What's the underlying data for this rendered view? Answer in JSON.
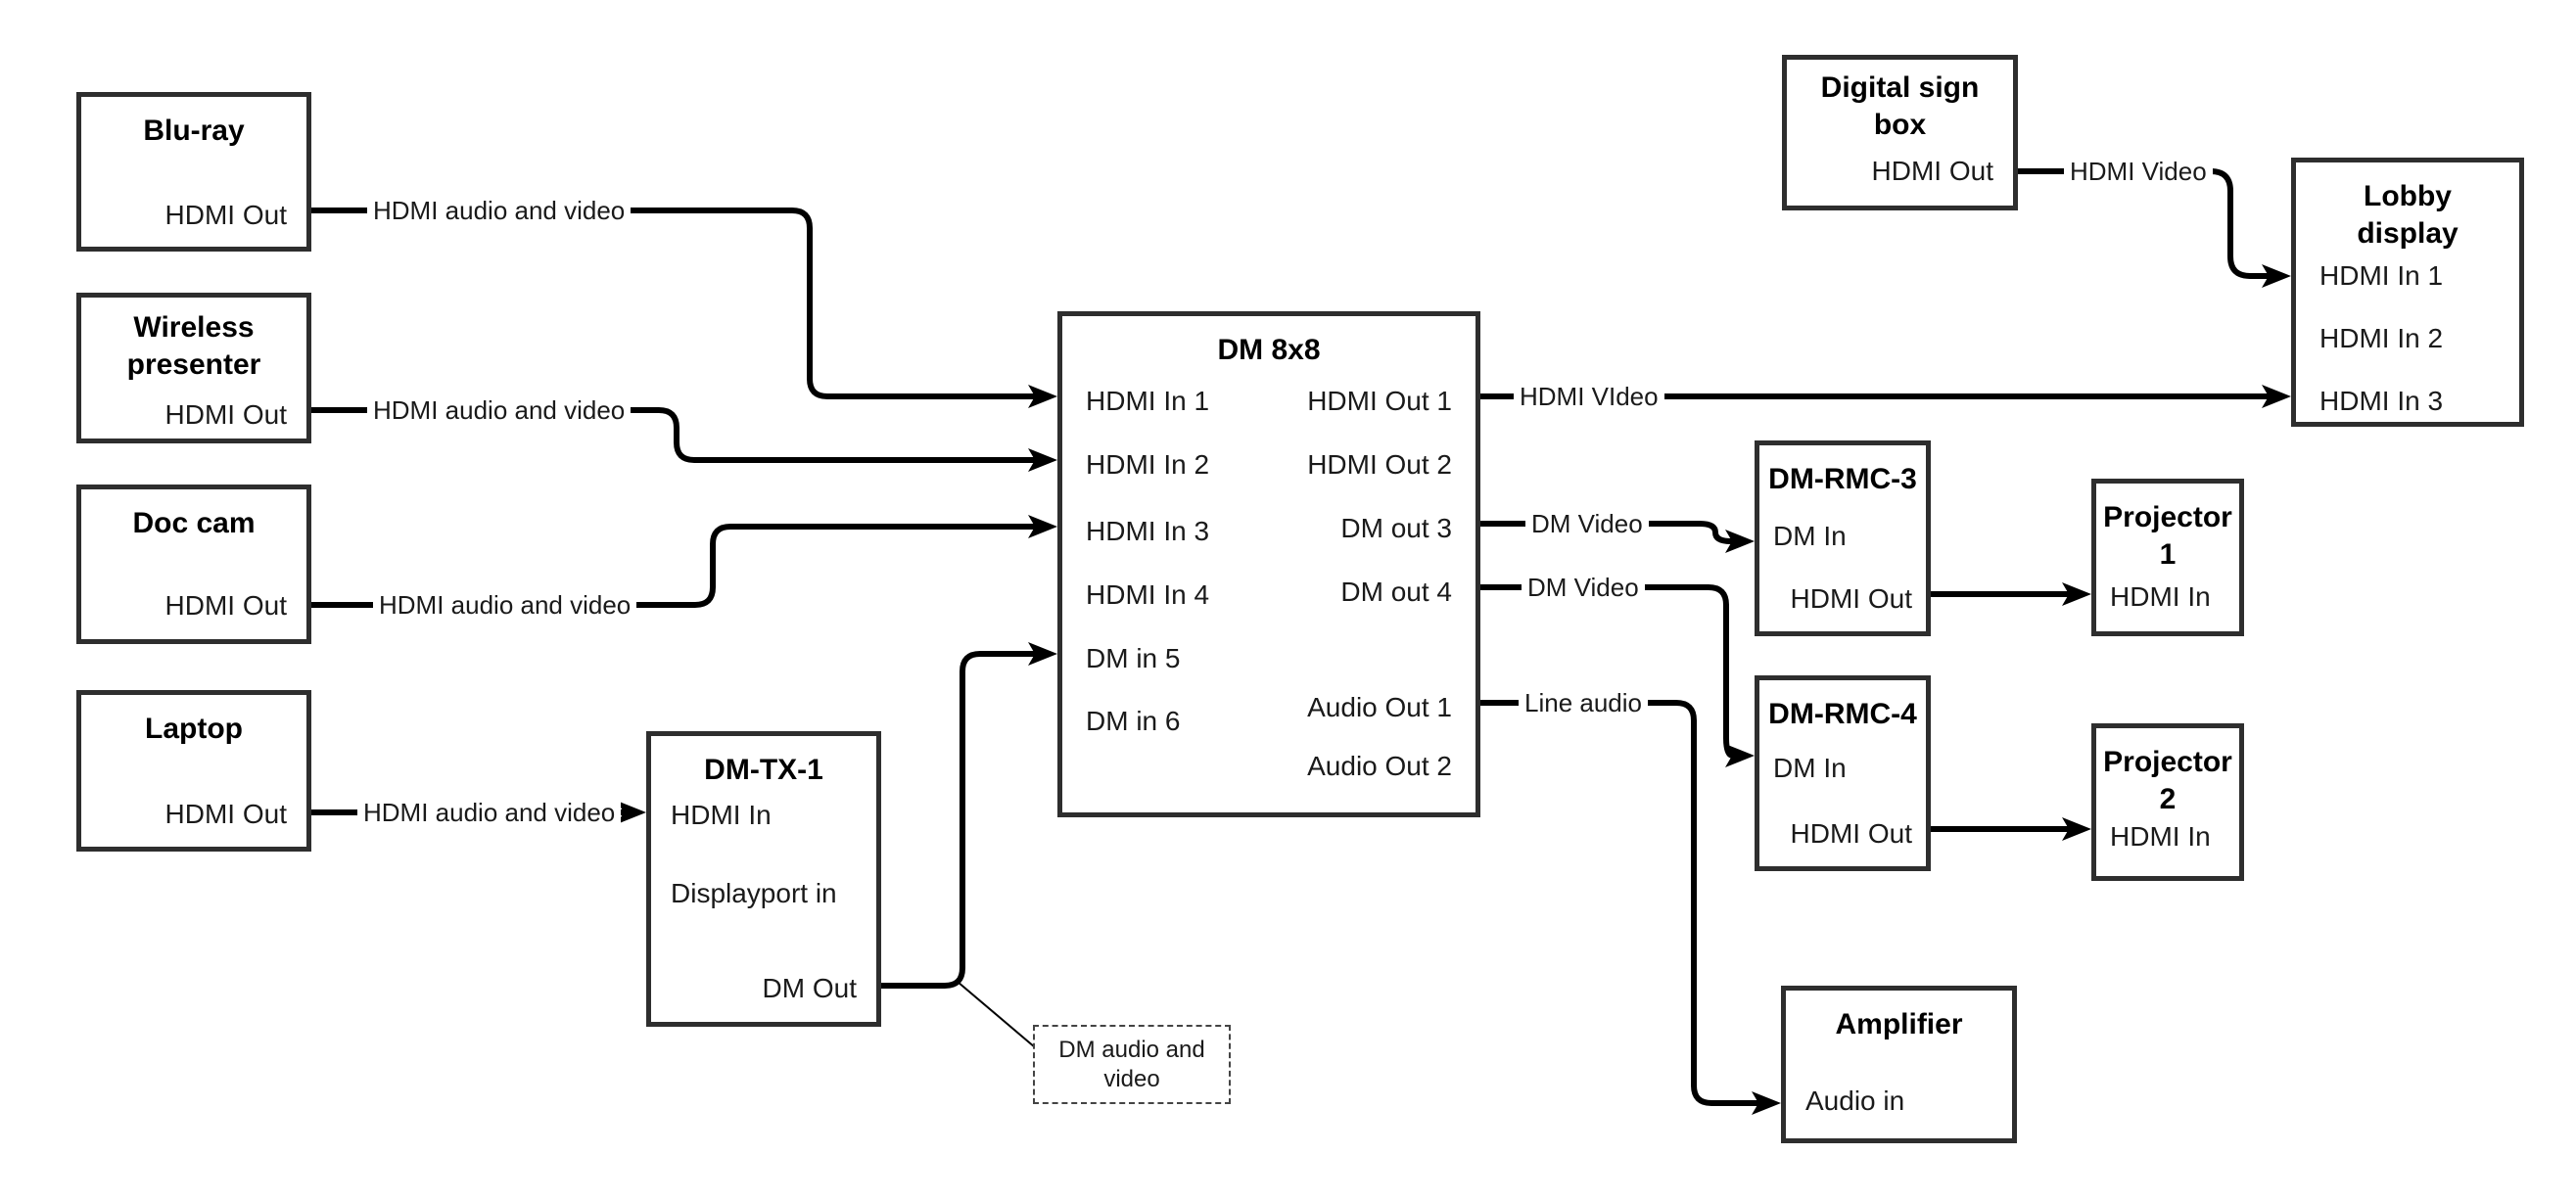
{
  "diagram": {
    "background": "#ffffff",
    "wire_color": "#000000",
    "box_border_color": "#2e2e2e"
  },
  "nodes": {
    "bluray": {
      "title": "Blu-ray",
      "ports": {
        "hdmi_out": "HDMI Out"
      }
    },
    "wireless_presenter": {
      "title": "Wireless\npresenter",
      "ports": {
        "hdmi_out": "HDMI Out"
      }
    },
    "doc_cam": {
      "title": "Doc cam",
      "ports": {
        "hdmi_out": "HDMI Out"
      }
    },
    "laptop": {
      "title": "Laptop",
      "ports": {
        "hdmi_out": "HDMI Out"
      }
    },
    "dm_tx_1": {
      "title": "DM-TX-1",
      "ports": {
        "hdmi_in": "HDMI In",
        "displayport_in": "Displayport in",
        "dm_out": "DM Out"
      }
    },
    "dm_8x8": {
      "title": "DM 8x8",
      "ports": {
        "hdmi_in_1": "HDMI In 1",
        "hdmi_in_2": "HDMI In 2",
        "hdmi_in_3": "HDMI In 3",
        "hdmi_in_4": "HDMI In 4",
        "dm_in_5": "DM in 5",
        "dm_in_6": "DM in 6",
        "hdmi_out_1": "HDMI Out 1",
        "hdmi_out_2": "HDMI Out 2",
        "dm_out_3": "DM out 3",
        "dm_out_4": "DM out 4",
        "audio_out_1": "Audio Out 1",
        "audio_out_2": "Audio Out 2"
      }
    },
    "digital_sign_box": {
      "title": "Digital sign\nbox",
      "ports": {
        "hdmi_out": "HDMI Out"
      }
    },
    "lobby_display": {
      "title": "Lobby\ndisplay",
      "ports": {
        "hdmi_in_1": "HDMI In 1",
        "hdmi_in_2": "HDMI In 2",
        "hdmi_in_3": "HDMI In 3"
      }
    },
    "dm_rmc_3": {
      "title": "DM-RMC-3",
      "ports": {
        "dm_in": "DM In",
        "hdmi_out": "HDMI Out"
      }
    },
    "projector_1": {
      "title": "Projector 1",
      "ports": {
        "hdmi_in": "HDMI In"
      }
    },
    "dm_rmc_4": {
      "title": "DM-RMC-4",
      "ports": {
        "dm_in": "DM In",
        "hdmi_out": "HDMI Out"
      }
    },
    "projector_2": {
      "title": "Projector 2",
      "ports": {
        "hdmi_in": "HDMI In"
      }
    },
    "amplifier": {
      "title": "Amplifier",
      "ports": {
        "audio_in": "Audio in"
      }
    }
  },
  "wire_labels": {
    "bluray_to_dm8x8": "HDMI audio and video",
    "wireless_to_dm8x8": "HDMI audio and video",
    "doccam_to_dm8x8": "HDMI audio and video",
    "laptop_to_dmtx1": "HDMI audio and video",
    "hdmi_out_1_wire": "HDMI VIdeo",
    "dm_out_3_wire": "DM Video",
    "dm_out_4_wire": "DM Video",
    "audio_out_1_wire": "Line audio",
    "digital_sign_wire": "HDMI Video"
  },
  "callout": {
    "text": "DM audio and\nvideo"
  }
}
